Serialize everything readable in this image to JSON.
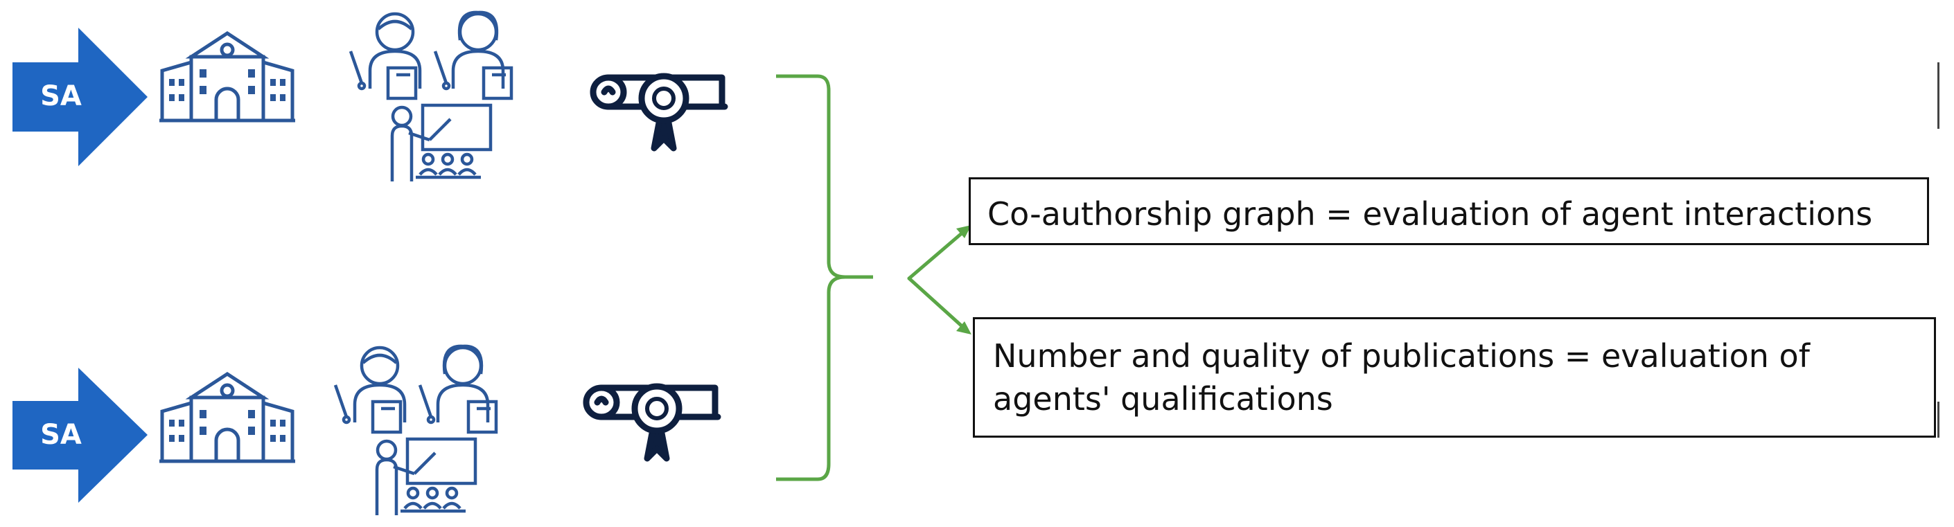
{
  "colors": {
    "arrow_blue": "#1f66c2",
    "icon_blue": "#2b5799",
    "icon_navy": "#0e1f3f",
    "bracket_green": "#5aa646",
    "box_border": "#111111"
  },
  "rows": [
    {
      "arrow_label": "SA",
      "icons": [
        "school-icon",
        "teachers-icon",
        "diploma-icon"
      ]
    },
    {
      "arrow_label": "SA",
      "icons": [
        "school-icon",
        "teachers-icon",
        "diploma-icon"
      ]
    }
  ],
  "outputs": [
    {
      "text": "Co-authorship graph = evaluation of agent interactions"
    },
    {
      "lines": [
        "Number and quality of publications = evaluation of",
        "agents' qualifications"
      ]
    }
  ]
}
